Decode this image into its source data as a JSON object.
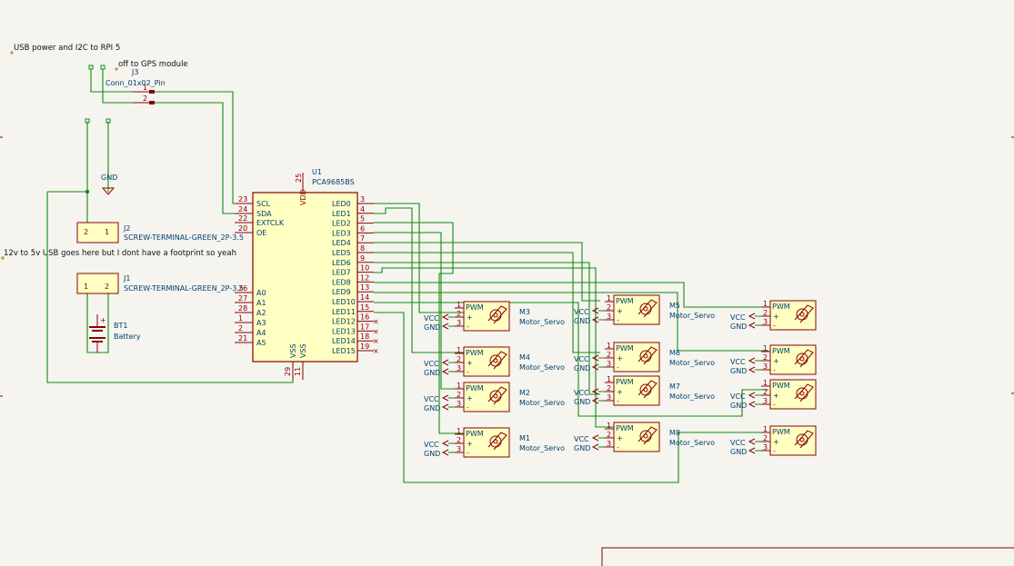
{
  "notes": {
    "usb_note": "USB power and I2C to RPI 5",
    "gps_note": "off to GPS module",
    "footprint_note": "12v to 5v USB goes here but I dont have a footprint so yeah"
  },
  "j3": {
    "ref": "J3",
    "value": "Conn_01x02_Pin",
    "pins": [
      "1",
      "2"
    ]
  },
  "u1": {
    "ref": "U1",
    "value": "PCA9685BS",
    "vdd": {
      "name": "VDD",
      "num": "25"
    },
    "left_pins": [
      {
        "name": "SCL",
        "num": "23"
      },
      {
        "name": "SDA",
        "num": "24"
      },
      {
        "name": "EXTCLK",
        "num": "22"
      },
      {
        "name": "OE",
        "num": "20"
      },
      {
        "name": "A0",
        "num": "26"
      },
      {
        "name": "A1",
        "num": "27"
      },
      {
        "name": "A2",
        "num": "28"
      },
      {
        "name": "A3",
        "num": "1"
      },
      {
        "name": "A4",
        "num": "2"
      },
      {
        "name": "A5",
        "num": "21"
      }
    ],
    "right_pins": [
      {
        "name": "LED0",
        "num": "3"
      },
      {
        "name": "LED1",
        "num": "4"
      },
      {
        "name": "LED2",
        "num": "5"
      },
      {
        "name": "LED3",
        "num": "6"
      },
      {
        "name": "LED4",
        "num": "7"
      },
      {
        "name": "LED5",
        "num": "8"
      },
      {
        "name": "LED6",
        "num": "9"
      },
      {
        "name": "LED7",
        "num": "10"
      },
      {
        "name": "LED8",
        "num": "12"
      },
      {
        "name": "LED9",
        "num": "13"
      },
      {
        "name": "LED10",
        "num": "14"
      },
      {
        "name": "LED11",
        "num": "15"
      },
      {
        "name": "LED12",
        "num": "16"
      },
      {
        "name": "LED13",
        "num": "17"
      },
      {
        "name": "LED14",
        "num": "18"
      },
      {
        "name": "LED15",
        "num": "19"
      }
    ],
    "bottom_pins": [
      {
        "name": "VSS",
        "num": "29"
      },
      {
        "name": "VSS",
        "num": "11"
      }
    ]
  },
  "gnd": {
    "label": "GND"
  },
  "j2": {
    "ref": "J2",
    "value": "SCREW-TERMINAL-GREEN_2P-3.5",
    "pins": [
      "2",
      "1"
    ]
  },
  "j1": {
    "ref": "J1",
    "value": "SCREW-TERMINAL-GREEN_2P-3.5",
    "pins": [
      "1",
      "2"
    ]
  },
  "bt1": {
    "ref": "BT1",
    "value": "Battery",
    "plus": "+"
  },
  "servo_common": {
    "vcc": "VCC",
    "gnd": "GND",
    "pwm": "PWM",
    "plus": "+",
    "minus": "-",
    "pin_nums": [
      "1",
      "2",
      "3"
    ],
    "value": "Motor_Servo"
  },
  "servos": [
    {
      "ref": "M3",
      "show_value": true
    },
    {
      "ref": "M4",
      "show_value": true
    },
    {
      "ref": "M2",
      "show_value": true
    },
    {
      "ref": "M1",
      "show_value": true
    },
    {
      "ref": "M5",
      "show_value": true
    },
    {
      "ref": "M6",
      "show_value": true
    },
    {
      "ref": "M7",
      "show_value": true
    },
    {
      "ref": "M8",
      "show_value": true
    },
    {
      "ref": "",
      "show_value": false
    },
    {
      "ref": "",
      "show_value": false
    },
    {
      "ref": "",
      "show_value": false
    },
    {
      "ref": "",
      "show_value": false
    }
  ],
  "colors": {
    "wire": "#128a12",
    "body": "#8a0000",
    "fill": "#ffffc2",
    "text": "#00406b",
    "pin": "#8a0000",
    "background": "#f5f4ef"
  }
}
